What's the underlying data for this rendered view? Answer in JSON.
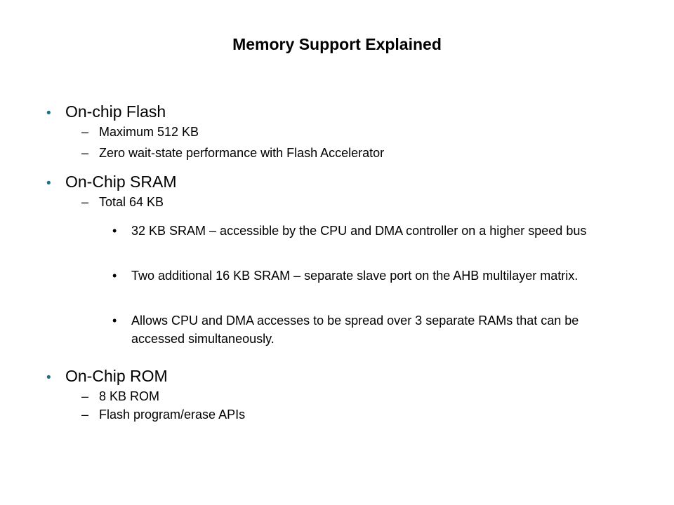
{
  "title": "Memory Support Explained",
  "sections": [
    {
      "heading": "On-chip Flash",
      "items": [
        "Maximum 512 KB",
        "Zero wait-state performance with Flash Accelerator"
      ]
    },
    {
      "heading": "On-Chip SRAM",
      "items": [
        "Total 64 KB"
      ],
      "subitems": [
        "32 KB SRAM – accessible by the CPU and DMA controller on a higher speed bus",
        "Two additional 16 KB SRAM – separate slave port on the AHB multilayer matrix.",
        "Allows CPU and DMA accesses to be spread over 3 separate RAMs that can be accessed simultaneously."
      ]
    },
    {
      "heading": "On-Chip ROM",
      "items": [
        "8 KB ROM",
        "Flash program/erase APIs"
      ]
    }
  ],
  "glyphs": {
    "bullet": "•",
    "dash": "–"
  },
  "colors": {
    "bullet": "#1f6f86"
  }
}
